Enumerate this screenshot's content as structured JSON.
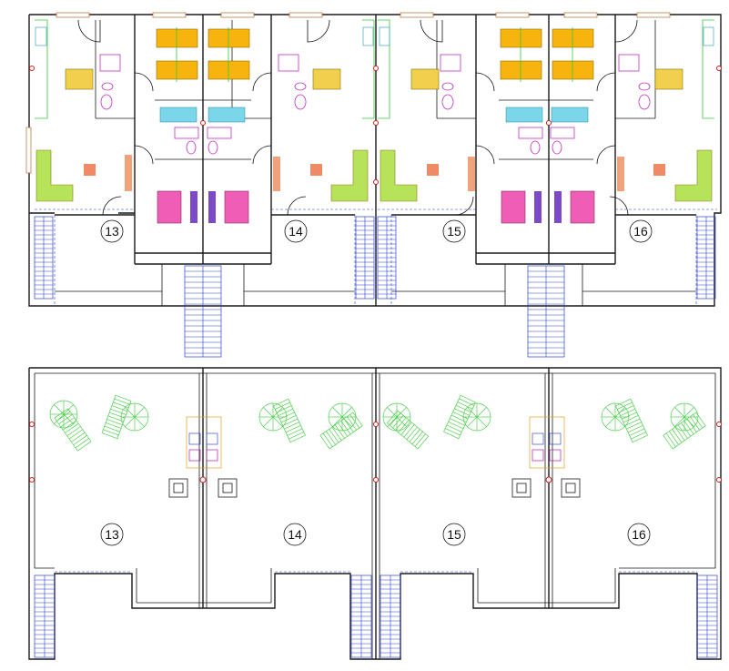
{
  "floor_plan": {
    "ground_floor_units": [
      {
        "label": "13"
      },
      {
        "label": "14"
      },
      {
        "label": "15"
      },
      {
        "label": "16"
      }
    ],
    "roof_units": [
      {
        "label": "13"
      },
      {
        "label": "14"
      },
      {
        "label": "15"
      },
      {
        "label": "16"
      }
    ]
  },
  "colors": {
    "walls": "#1a1a1a",
    "beds_primary": "#f6b40c",
    "beds_secondary": "#f05db6",
    "sofas": "#b7e35a",
    "tables": "#f2d04d",
    "rugs": "#f08a66",
    "sanitary": "#c02fbe",
    "showers": "#7ad6e8",
    "vegetation": "#4fcf4f",
    "structure_axes": "#2b3fd6",
    "columns": "#c81e1e"
  }
}
